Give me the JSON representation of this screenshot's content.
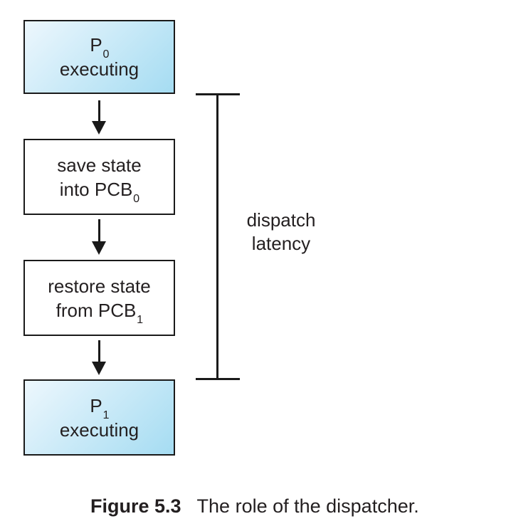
{
  "colors": {
    "box_fill_light": "#edf7fd",
    "box_fill_dark": "#a5dcf2",
    "box_border": "#1a1a1a",
    "line_color": "#1a1a1a",
    "text_color": "#231f20",
    "background": "#ffffff"
  },
  "flowchart": {
    "boxes": [
      {
        "name": "p0-executing",
        "style": "gradient",
        "line1": "P",
        "line1_sub": "0",
        "line2": "executing"
      },
      {
        "name": "save-state",
        "style": "plain",
        "line1": "save state",
        "line2": "into PCB",
        "line2_sub": "0"
      },
      {
        "name": "restore-state",
        "style": "plain",
        "line1": "restore state",
        "line2": "from PCB",
        "line2_sub": "1"
      },
      {
        "name": "p1-executing",
        "style": "gradient",
        "line1": "P",
        "line1_sub": "1",
        "line2": "executing"
      }
    ],
    "bracket_label": {
      "line1": "dispatch",
      "line2": "latency"
    }
  },
  "caption": {
    "label": "Figure 5.3",
    "text": "The role of the dispatcher."
  }
}
